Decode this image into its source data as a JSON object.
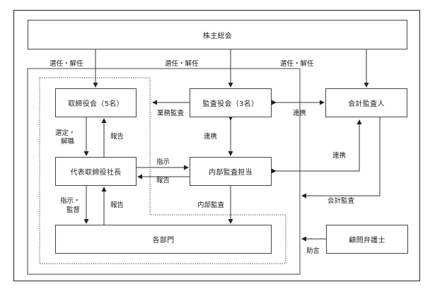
{
  "nodes": {
    "shareholders_meeting": "株主総会",
    "board_of_directors": "取締役会（5名）",
    "audit_board": "監査役会（3名）",
    "accounting_auditor": "会計監査人",
    "representative_director": "代表取締役社長",
    "internal_audit": "内部監査担当",
    "departments": "各部門",
    "legal_advisor": "顧問弁護士"
  },
  "edges": {
    "appoint_dismiss_board": "選任・解任",
    "appoint_dismiss_audit": "選任・解任",
    "appoint_dismiss_accounting": "選任・解任",
    "business_audit": "業務監査",
    "cooperation_audit_accounting": "連携",
    "cooperation_audit_internal": "連携",
    "cooperation_internal_accounting": "連携",
    "select_dismiss_line1": "選定・",
    "select_dismiss_line2": "解職",
    "report_to_board": "報告",
    "instruction_to_internal": "指示",
    "report_from_internal": "報告",
    "instruct_supervise_line1": "指示・",
    "instruct_supervise_line2": "監督",
    "report_from_departments": "報告",
    "internal_audit_label": "内部監査",
    "accounting_audit": "会計監査",
    "advice": "助言"
  }
}
